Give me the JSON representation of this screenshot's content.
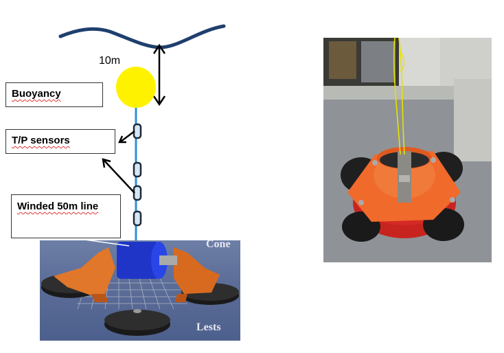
{
  "diagram": {
    "depth_label": "10m",
    "labels": {
      "buoyancy": "Buoyancy",
      "sensors": "T/P sensors",
      "line": "Winded 50m line"
    },
    "render_labels": {
      "cone": "Cone",
      "lests": "Lests"
    },
    "colors": {
      "wave": "#1f3f6e",
      "buoy": "#fff200",
      "line": "#2e8fd6",
      "sensor": "#1c2a3a",
      "drum": "#1f35c8",
      "frame": "#e0772a",
      "weights": "#222222"
    }
  },
  "photo": {
    "colors": {
      "cone": "#f06a2c",
      "bucket": "#d42a25",
      "rope": "#e6e200"
    }
  }
}
